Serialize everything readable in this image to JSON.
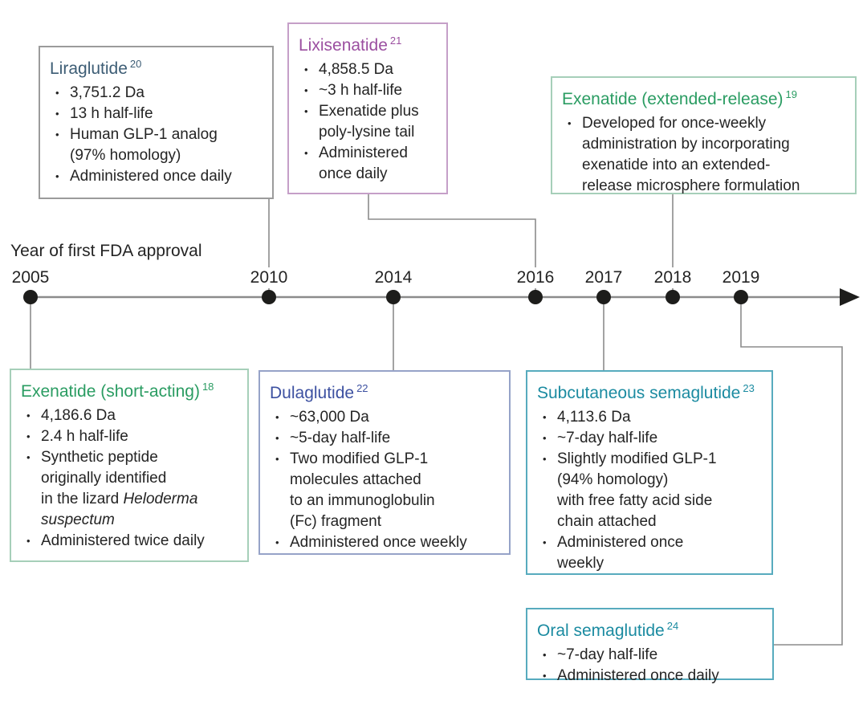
{
  "timeline": {
    "axis_label": "Year of first FDA approval",
    "years": [
      "2005",
      "2010",
      "2014",
      "2016",
      "2017",
      "2018",
      "2019"
    ]
  },
  "boxes": [
    {
      "id": "liraglutide",
      "title": "Liraglutide",
      "ref": "20",
      "title_color": "#3d5d75",
      "border_color": "#9b9b9b",
      "approval_year": "2010",
      "bullets": [
        "3,751.2 Da",
        "13 h half-life",
        "Human GLP-1 analog\n(97% homology)",
        "Administered once daily"
      ]
    },
    {
      "id": "lixisenatide",
      "title": "Lixisenatide",
      "ref": "21",
      "title_color": "#9b4fa0",
      "border_color": "#c59fc8",
      "approval_year": "2016",
      "bullets": [
        "4,858.5 Da",
        "~3 h half-life",
        "Exenatide plus\npoly-lysine tail",
        "Administered\nonce daily"
      ]
    },
    {
      "id": "exenatide-extended-release",
      "title": "Exenatide (extended-release)",
      "ref": "19",
      "title_color": "#2a9c62",
      "border_color": "#a6cfb9",
      "approval_year": "2018",
      "bullets": [
        "Developed for once-weekly\nadministration by incorporating\nexenatide into an extended-\nrelease microsphere formulation"
      ]
    },
    {
      "id": "exenatide-short-acting",
      "title": "Exenatide (short-acting)",
      "ref": "18",
      "title_color": "#2a9c62",
      "border_color": "#a6cfb9",
      "approval_year": "2005",
      "bullets": [
        "4,186.6 Da",
        "2.4 h half-life",
        [
          {
            "t": "Synthetic peptide\noriginally identified\nin the lizard "
          },
          {
            "t": "Heloderma\nsuspectum",
            "italic": true
          }
        ],
        "Administered twice daily"
      ]
    },
    {
      "id": "dulaglutide",
      "title": "Dulaglutide",
      "ref": "22",
      "title_color": "#3d51a1",
      "border_color": "#96a3c8",
      "approval_year": "2014",
      "bullets": [
        "~63,000 Da",
        "~5-day half-life",
        "Two modified GLP-1\nmolecules attached\nto an immunoglobulin\n(Fc) fragment",
        "Administered once weekly"
      ]
    },
    {
      "id": "subcutaneous-semaglutide",
      "title": "Subcutaneous semaglutide",
      "ref": "23",
      "title_color": "#1b8ba1",
      "border_color": "#57abbe",
      "approval_year": "2017",
      "bullets": [
        "4,113.6 Da",
        "~7-day half-life",
        "Slightly modified GLP-1\n(94% homology)\nwith free fatty acid side\nchain attached",
        "Administered once\nweekly"
      ]
    },
    {
      "id": "oral-semaglutide",
      "title": "Oral semaglutide",
      "ref": "24",
      "title_color": "#1b8ba1",
      "border_color": "#57abbe",
      "approval_year": "2019",
      "bullets": [
        "~7-day half-life",
        "Administered once daily"
      ]
    }
  ],
  "colors": {
    "axis_line": "#8c8c8c",
    "connector_line": "#8c8c8c",
    "dot": "#1d1d1b",
    "arrow": "#1d1d1b",
    "body_text": "#242424"
  }
}
